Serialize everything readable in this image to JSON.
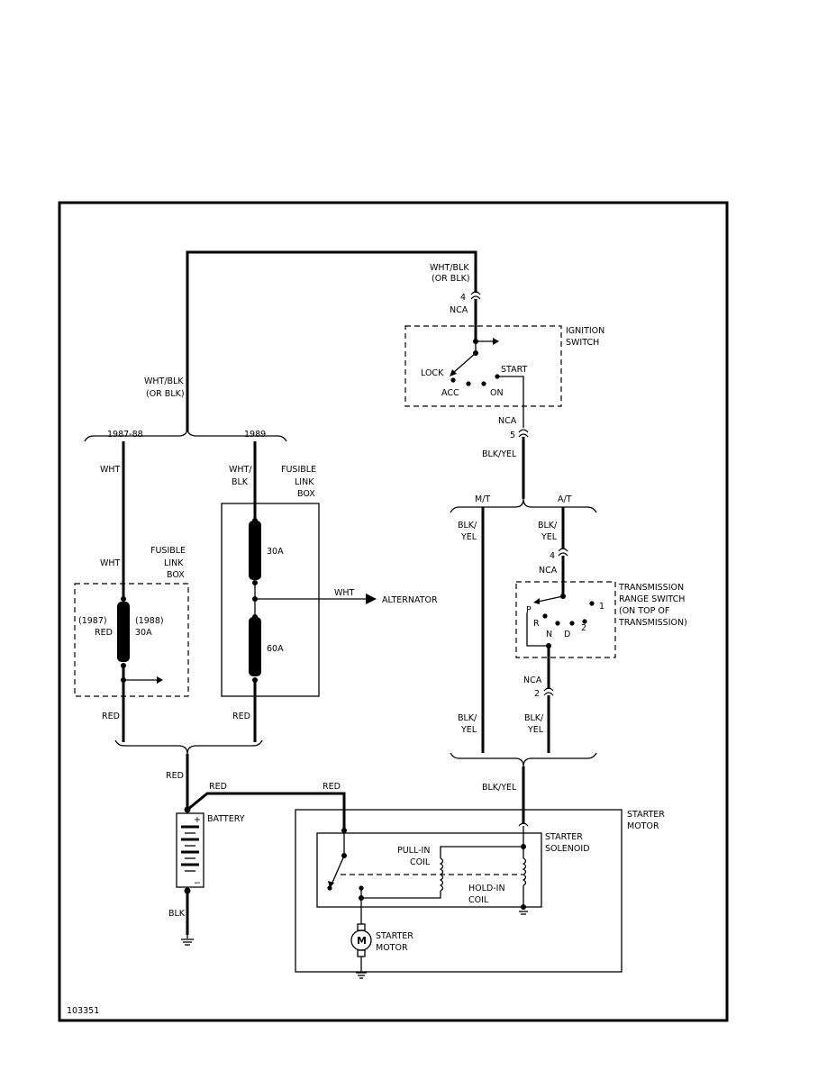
{
  "figure_id": "103351",
  "wires": {
    "top_wht_blk": [
      "WHT/BLK",
      "(OR BLK)"
    ],
    "left_wht_blk": [
      "WHT/BLK",
      "(OR BLK)"
    ],
    "wht": "WHT",
    "wht_blk_split": [
      "WHT/",
      "BLK"
    ],
    "red": "RED",
    "blk_yel": "BLK/YEL",
    "blk_yel_split": [
      "BLK/",
      "YEL"
    ],
    "blk": "BLK"
  },
  "connectors": {
    "nca": "NCA",
    "pin_4": "4",
    "pin_5": "5",
    "pin_2": "2"
  },
  "years": {
    "y1987_88": "1987-88",
    "y1989": "1989",
    "y1987": "(1987)",
    "y1988": "(1988)"
  },
  "components": {
    "ignition_switch": [
      "IGNITION",
      "SWITCH"
    ],
    "switch_positions": {
      "lock": "LOCK",
      "acc": "ACC",
      "on": "ON",
      "start": "START"
    },
    "fusible_link_box": [
      "FUSIBLE",
      "LINK",
      "BOX"
    ],
    "fuse_30a": "30A",
    "fuse_60a": "60A",
    "alternator": "ALTERNATOR",
    "trans_range_switch": [
      "TRANSMISSION",
      "RANGE SWITCH",
      "(ON TOP OF",
      "TRANSMISSION)"
    ],
    "gear_positions": {
      "p": "P",
      "r": "R",
      "n": "N",
      "d": "D",
      "two": "2",
      "one": "1"
    },
    "mt": "M/T",
    "at": "A/T",
    "battery": "BATTERY",
    "battery_plus": "+",
    "battery_minus": "−",
    "starter_motor_box": [
      "STARTER",
      "MOTOR"
    ],
    "starter_solenoid": [
      "STARTER",
      "SOLENOID"
    ],
    "pull_in_coil": [
      "PULL-IN",
      "COIL"
    ],
    "hold_in_coil": [
      "HOLD-IN",
      "COIL"
    ],
    "starter_motor": [
      "STARTER",
      "MOTOR"
    ],
    "motor_symbol": "M"
  },
  "icons": [
    "ground-icon",
    "arrow-icon",
    "battery-icon",
    "motor-icon",
    "coil-icon",
    "switch-icon"
  ]
}
